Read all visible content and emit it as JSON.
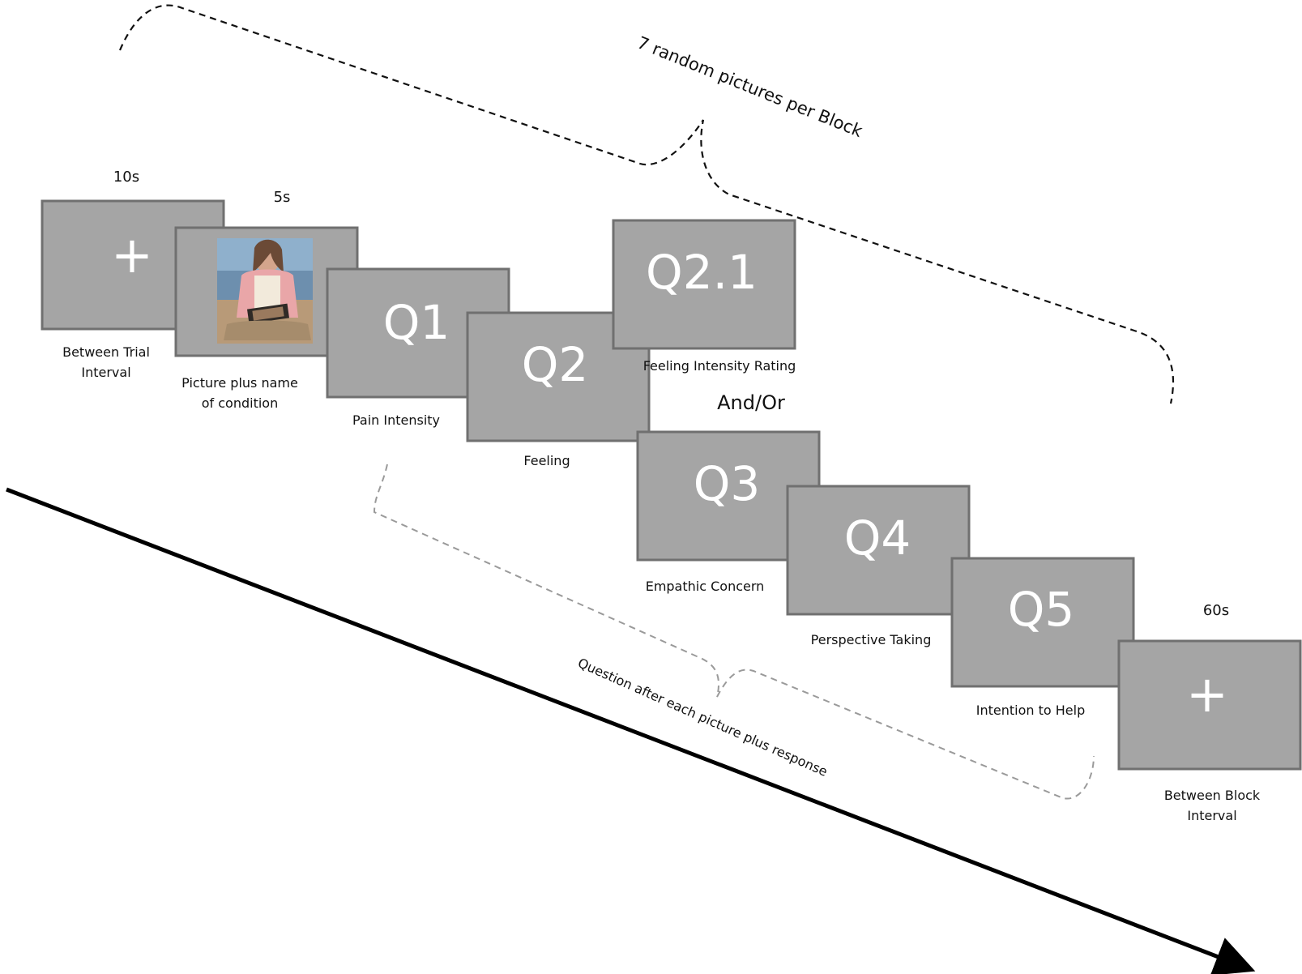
{
  "block_brace_label": "7 random pictures per Block",
  "question_brace_label": "Question after each picture plus response",
  "and_or": "And/Or",
  "between_trial": {
    "time": "10s",
    "symbol": "+",
    "caption": [
      "Between Trial",
      "Interval"
    ]
  },
  "picture": {
    "time": "5s",
    "caption": [
      "Picture plus name",
      "of condition"
    ]
  },
  "q1": {
    "label": "Q1",
    "caption": "Pain Intensity"
  },
  "q2": {
    "label": "Q2",
    "caption": "Feeling"
  },
  "q2_1": {
    "label": "Q2.1",
    "caption": "Feeling Intensity Rating"
  },
  "q3": {
    "label": "Q3",
    "caption": "Empathic Concern"
  },
  "q4": {
    "label": "Q4",
    "caption": "Perspective Taking"
  },
  "q5": {
    "label": "Q5",
    "caption": "Intention to Help"
  },
  "between_block": {
    "time": "60s",
    "symbol": "+",
    "caption": [
      "Between Block",
      "Interval"
    ]
  },
  "colors": {
    "screen_fill": "#a5a5a5",
    "screen_border": "#707070",
    "arrow": "#000000",
    "question_brace": "#9a9a9a"
  }
}
